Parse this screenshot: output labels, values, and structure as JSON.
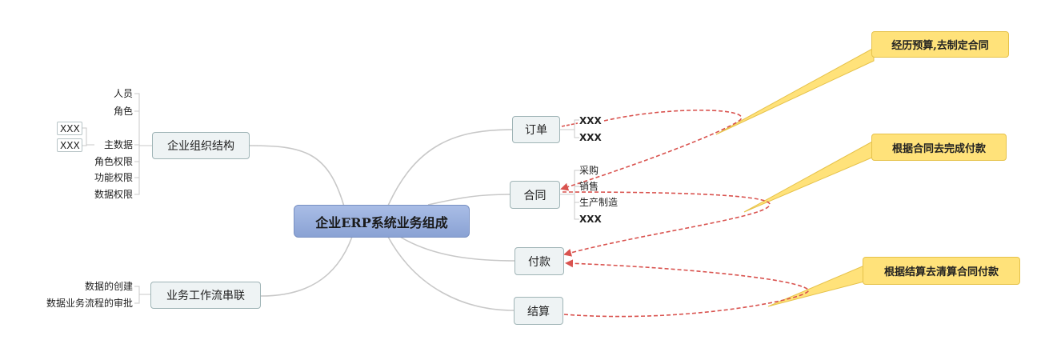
{
  "central": {
    "label": "企业ERP系统业务组成"
  },
  "left_topics": {
    "org": {
      "label": "企业组织结构",
      "items": [
        "人员",
        "角色",
        "主数据",
        "角色权限",
        "功能权限",
        "数据权限"
      ],
      "master_data_items": [
        "XXX",
        "XXX"
      ]
    },
    "workflow": {
      "label": "业务工作流串联",
      "items": [
        "数据的创建",
        "数据业务流程的审批"
      ]
    }
  },
  "right_topics": {
    "order": {
      "label": "订单",
      "items": [
        "XXX",
        "XXX"
      ]
    },
    "contract": {
      "label": "合同",
      "items": [
        "采购",
        "销售",
        "生产制造",
        "XXX"
      ]
    },
    "payment": {
      "label": "付款"
    },
    "settlement": {
      "label": "结算"
    }
  },
  "callouts": [
    {
      "label": "经历预算,去制定合同"
    },
    {
      "label": "根据合同去完成付款"
    },
    {
      "label": "根据结算去清算合同付款"
    }
  ],
  "colors": {
    "central_fill": "#8aa2d4",
    "topic_fill": "#eef3f4",
    "callout_fill": "#ffe27a",
    "relation_line": "#d9534f",
    "branch_line": "#c8c8c8"
  }
}
